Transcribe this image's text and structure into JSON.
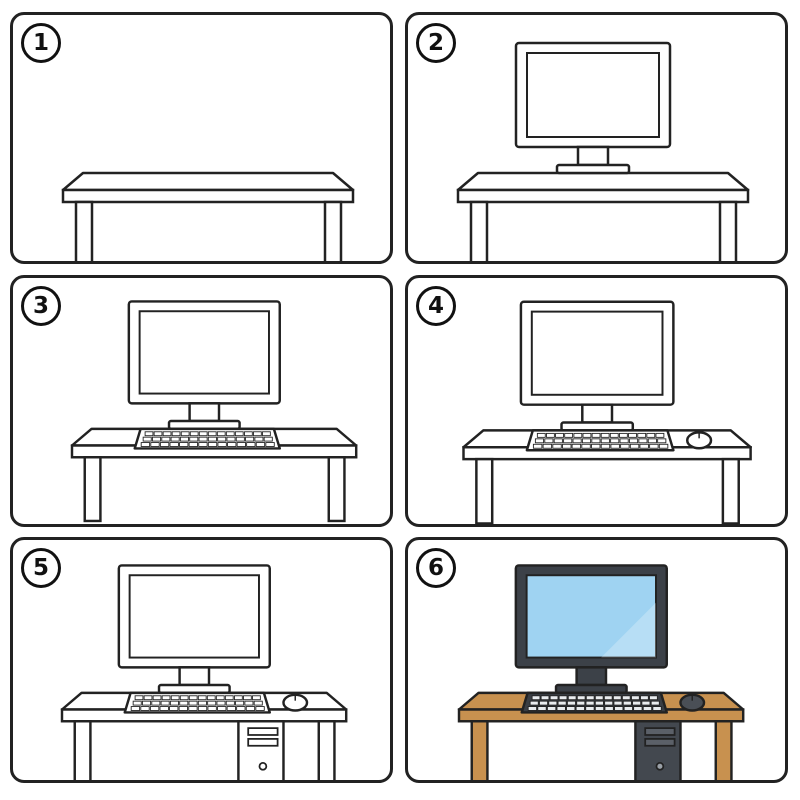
{
  "panels": [
    {
      "step": "1",
      "parts": [
        "desk"
      ]
    },
    {
      "step": "2",
      "parts": [
        "desk",
        "monitor"
      ]
    },
    {
      "step": "3",
      "parts": [
        "desk",
        "monitor",
        "keyboard"
      ]
    },
    {
      "step": "4",
      "parts": [
        "desk",
        "monitor",
        "keyboard",
        "mouse"
      ]
    },
    {
      "step": "5",
      "parts": [
        "desk",
        "monitor",
        "keyboard",
        "mouse",
        "tower"
      ]
    },
    {
      "step": "6",
      "parts": [
        "desk",
        "monitor",
        "keyboard",
        "mouse",
        "tower"
      ],
      "colored": true
    }
  ],
  "colors": {
    "outline": "#222222",
    "panel_fill": "#ffffff",
    "desk_wood": "#c8914f",
    "monitor_body": "#3c4148",
    "screen_blue": "#9fd3f2",
    "tower_body": "#43484f",
    "keyboard_dark": "#3a3e44",
    "mouse_dark": "#4a4f56"
  }
}
